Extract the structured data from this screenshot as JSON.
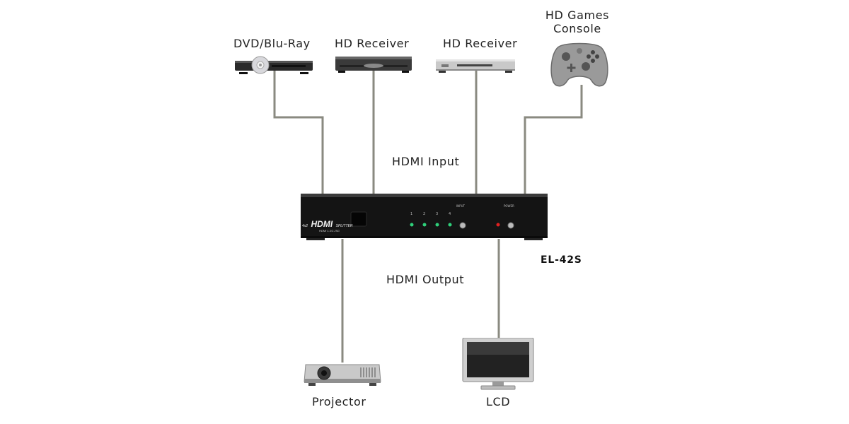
{
  "inputs": {
    "dvd_label": "DVD/Blu-Ray",
    "receiver1_label": "HD Receiver",
    "receiver2_label": "HD Receiver",
    "console_label_line1": "HD Games",
    "console_label_line2": "Console"
  },
  "section_labels": {
    "input": "HDMI Input",
    "output": "HDMI Output"
  },
  "splitter": {
    "model": "EL-42S",
    "brand_prefix": "4x2",
    "brand": "HDMI",
    "brand_suffix": "SPLITTER",
    "spec": "HDMI 1.3/2.25G",
    "port_numbers": [
      "1",
      "2",
      "3",
      "4"
    ],
    "input_label": "INPUT",
    "power_label": "POWER"
  },
  "outputs": {
    "projector_label": "Projector",
    "lcd_label": "LCD"
  },
  "colors": {
    "wire": "#8a8a80",
    "splitter_body": "#141414",
    "led_green": "#2fd07a",
    "led_red": "#e02020"
  }
}
